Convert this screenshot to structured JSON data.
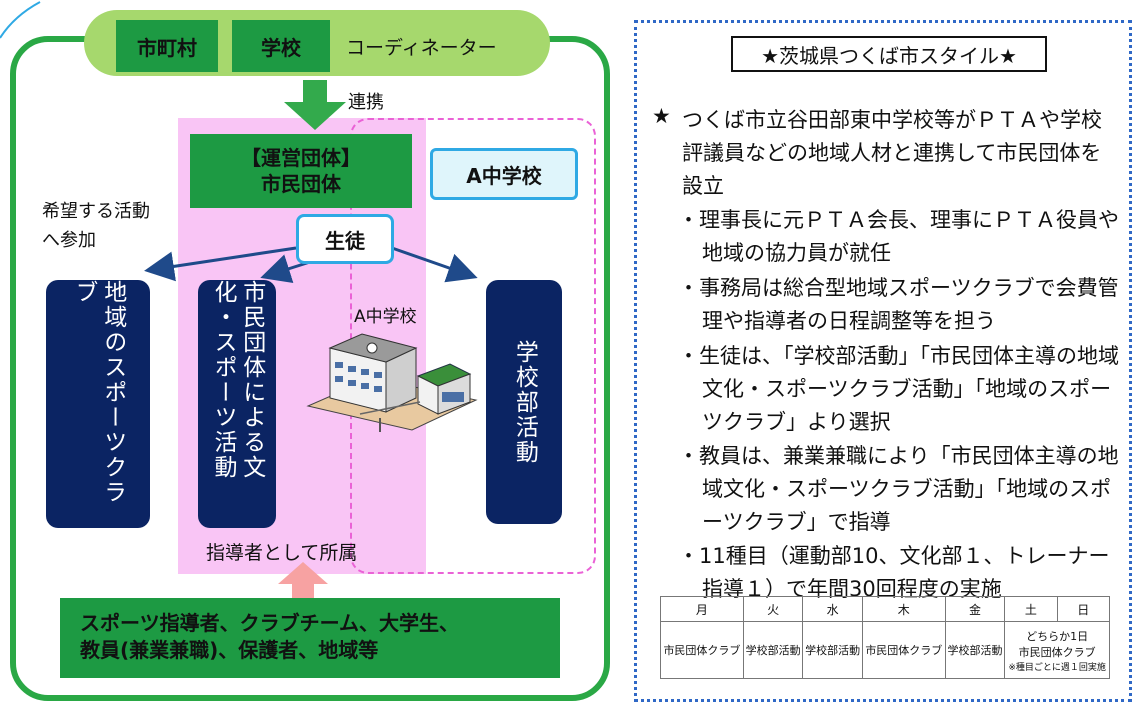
{
  "diagram": {
    "top_boxes": [
      "市町村",
      "学校"
    ],
    "coordinator": "コーディネーター",
    "link_label": "連携",
    "org_box": {
      "line1": "【運営団体】",
      "line2": "市民団体"
    },
    "a_school_box": "A中学校",
    "student_box": "生徒",
    "hope_label": {
      "line1": "希望する活動",
      "line2": "へ参加"
    },
    "columns": {
      "left": "地域のスポーツクラブ",
      "middle": "市民団体による文化・スポーツ活動",
      "right": "学校部活動"
    },
    "school_image_label": "A中学校",
    "affiliation_label": "指導者として所属",
    "bottom_box": {
      "line1": "スポーツ指導者、クラブチーム、大学生、",
      "line2": "教員(兼業兼職)、保護者、地域等"
    },
    "colors": {
      "frame_green": "#2aa845",
      "dark_green": "#1d9a43",
      "light_green": "#a6d86d",
      "pink": "#f9c5f5",
      "navy": "#0b2463",
      "blue_border": "#2fa9e4"
    }
  },
  "panel": {
    "title": "★茨城県つくば市スタイル★",
    "star": "★",
    "main": "つくば市立谷田部東中学校等がＰＴＡや学校評議員などの地域人材と連携して市民団体を設立",
    "subs": [
      "・理事長に元ＰＴＡ会長、理事にＰＴＡ役員や地域の協力員が就任",
      "・事務局は総合型地域スポーツクラブで会費管理や指導者の日程調整等を担う",
      "・生徒は、「学校部活動」「市民団体主導の地域文化・スポーツクラブ活動」「地域のスポーツクラブ」より選択",
      "・教員は、兼業兼職により「市民団体主導の地域文化・スポーツクラブ活動」「地域のスポーツクラブ」で指導",
      "・11種目（運動部10、文化部１、トレーナー指導１）で年間30回程度の実施"
    ]
  },
  "schedule": {
    "days": [
      "月",
      "火",
      "水",
      "木",
      "金",
      "土",
      "日"
    ],
    "mon": "市民団体クラブ",
    "tue": "学校部活動",
    "wed": "学校部活動",
    "thu": "市民団体クラブ",
    "fri": "学校部活動",
    "weekend_line1": "どちらか1日",
    "weekend_line2": "市民団体クラブ",
    "weekend_note": "※種目ごとに週１回実施"
  }
}
